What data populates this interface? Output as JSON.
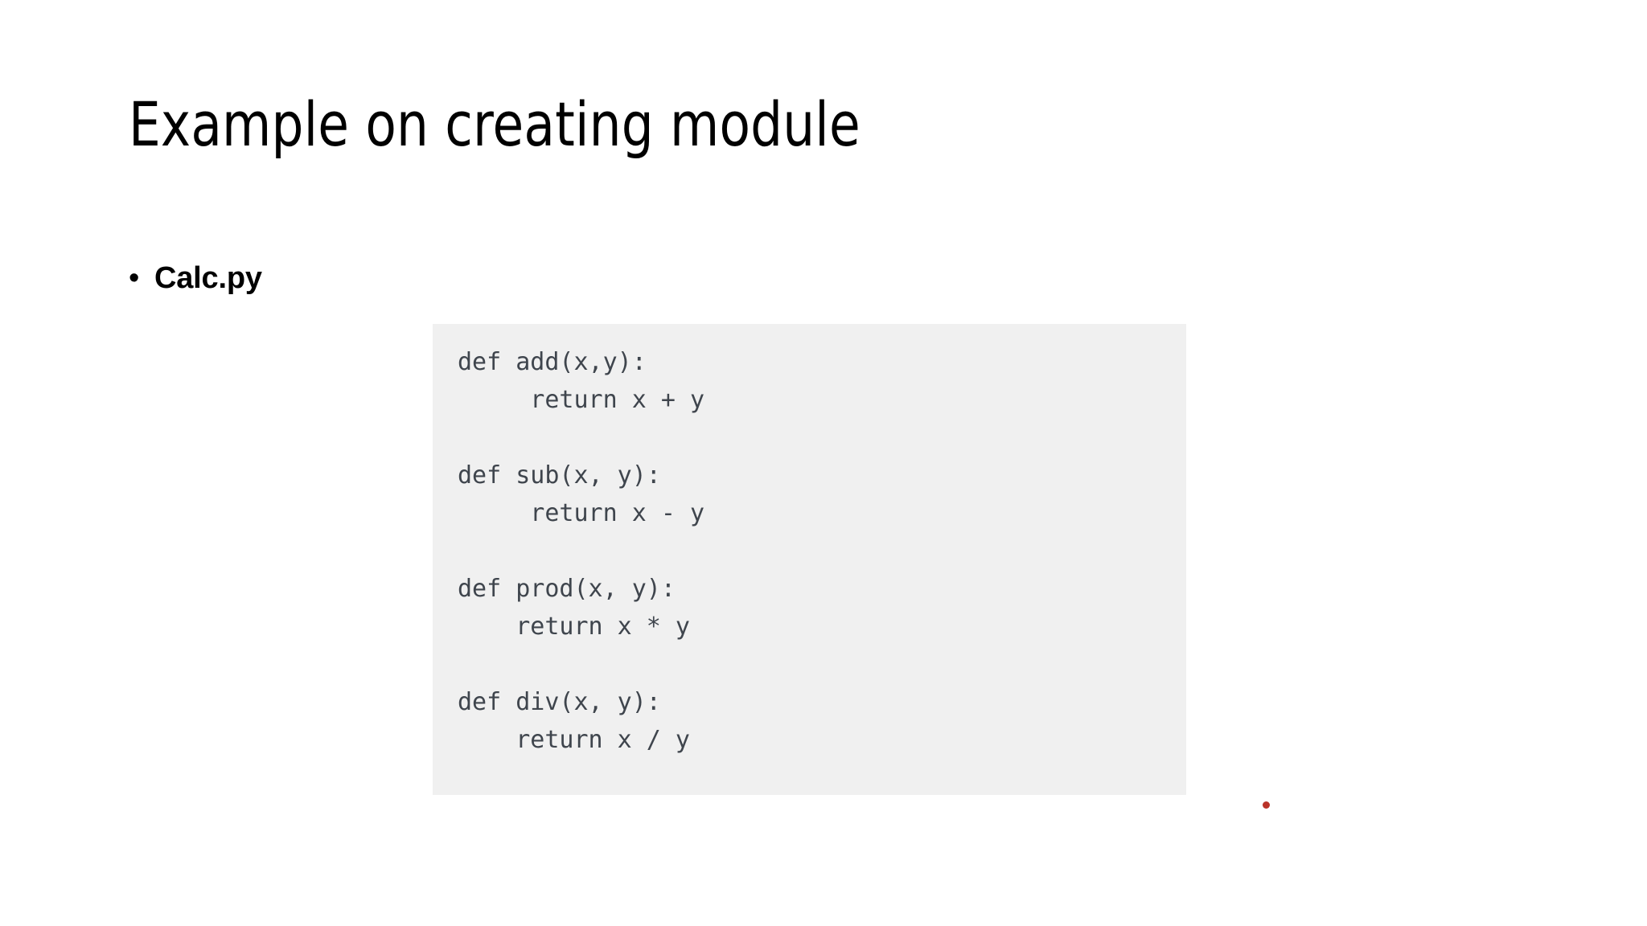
{
  "slide": {
    "background_color": "#ffffff",
    "title": "Example on creating module"
  },
  "bullets": [
    {
      "marker": "•",
      "label": "Calc.py"
    }
  ],
  "code_panel": {
    "background_color": "#f0f0f0",
    "text_color": "#3f454d",
    "language": "python",
    "filename": "Calc.py",
    "lines": [
      "def add(x,y):",
      "     return x + y",
      "",
      "def sub(x, y):",
      "     return x - y",
      "",
      "def prod(x, y):",
      "    return x * y",
      "",
      "def div(x, y):",
      "    return x / y"
    ],
    "code": "def add(x,y):\n     return x + y\n\ndef sub(x, y):\n     return x - y\n\ndef prod(x, y):\n    return x * y\n\ndef div(x, y):\n    return x / y"
  },
  "annotations": [
    {
      "name": "red-dot-marker",
      "color": "#b42217",
      "shape": "dot"
    }
  ]
}
